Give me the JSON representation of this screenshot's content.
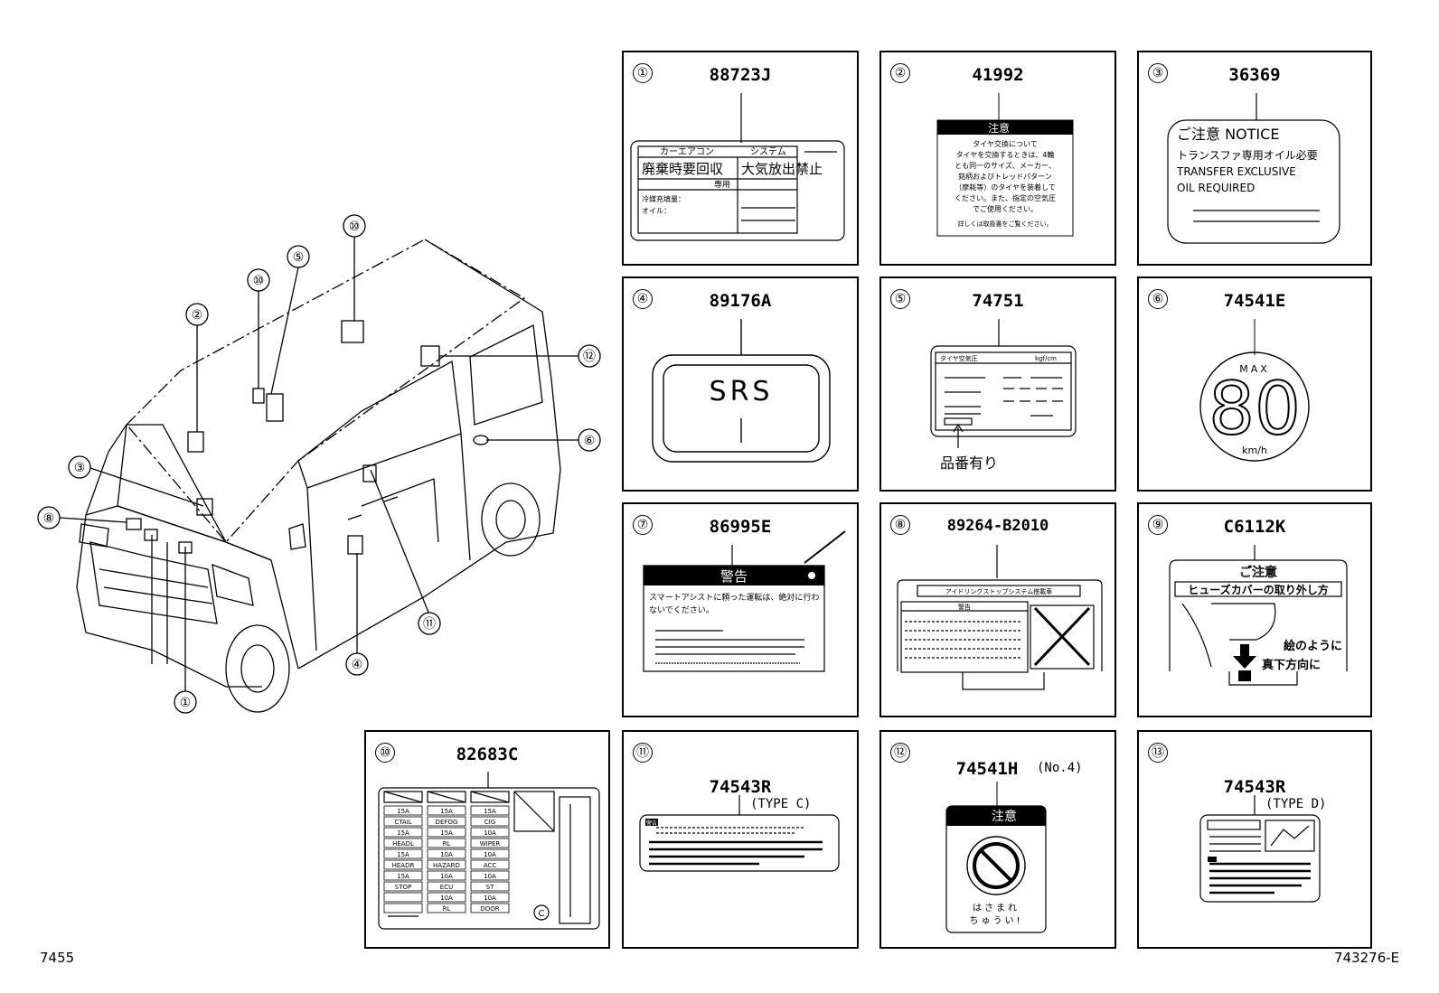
{
  "corner_left": "7455",
  "corner_right": "743276-E",
  "vehicle_callouts": [
    "①",
    "②",
    "③",
    "④",
    "⑤",
    "⑥",
    "⑧",
    "⑩",
    "⑩",
    "⑪",
    "⑫"
  ],
  "panels": [
    {
      "num": "①",
      "code": "88723J",
      "texts": {
        "t1": "カーエアコン",
        "t2": "システム",
        "t3": "廃棄時要回収",
        "t4": "大気放出禁止",
        "t5": "専用",
        "t6": "冷媒充填量：",
        "t7": "オイル："
      }
    },
    {
      "num": "②",
      "code": "41992",
      "texts": {
        "head": "注意",
        "l1": "タイヤ交換について",
        "l2": "タイヤを交換するときは、4輪",
        "l3": "とも同一のサイズ、メーカー、",
        "l4": "銘柄およびトレッドパターン",
        "l5": "（摩耗等）のタイヤを装着して",
        "l6": "ください。また、指定の空気圧",
        "l7": "でご使用ください。",
        "l8": "詳しくは取扱書をご覧ください。"
      }
    },
    {
      "num": "③",
      "code": "36369",
      "texts": {
        "t1": "ご注意 NOTICE",
        "t2": "トランスファ専用オイル必要",
        "t3": "TRANSFER EXCLUSIVE",
        "t4": "OIL REQUIRED"
      }
    },
    {
      "num": "④",
      "code": "89176A",
      "texts": {
        "t1": "SRS"
      }
    },
    {
      "num": "⑤",
      "code": "74751",
      "texts": {
        "t1": "タイヤ空気圧",
        "t2": "kgf/cm",
        "t3": "品番有り"
      }
    },
    {
      "num": "⑥",
      "code": "74541E",
      "texts": {
        "t1": "MAX",
        "t2": "80",
        "t3": "km/h"
      }
    },
    {
      "num": "⑦",
      "code": "86995E",
      "texts": {
        "head": "警告",
        "l1": "スマートアシストに頼った運転は、絶対に行わ",
        "l2": "ないでください。"
      }
    },
    {
      "num": "⑧",
      "code": "89264-B2010",
      "texts": {
        "t1": "アイドリングストップシステム搭載車",
        "t2": "警告"
      }
    },
    {
      "num": "⑨",
      "code": "C6112K",
      "texts": {
        "t1": "ご注意",
        "t2": "ヒューズカバーの取り外し方",
        "t3": "絵のように",
        "t4": "真下方向に"
      }
    },
    {
      "num": "⑩",
      "code": "82683C",
      "texts": {
        "copy": "C"
      }
    },
    {
      "num": "⑪",
      "code": "74543R",
      "extra": "(TYPE C)",
      "texts": {
        "head": "警告"
      }
    },
    {
      "num": "⑫",
      "code": "74541H",
      "extra": "(No.4)",
      "texts": {
        "head": "注意",
        "t1": "はさまれ",
        "t2": "ちゅうい!"
      }
    },
    {
      "num": "⑬",
      "code": "74543R",
      "extra": "(TYPE D)",
      "texts": {}
    }
  ],
  "fuse_labels": [
    [
      "15A",
      "15A",
      "15A"
    ],
    [
      "CTAIL",
      "DEFOG",
      "CIG"
    ],
    [
      "15A",
      "15A",
      "10A"
    ],
    [
      "HEADL",
      "RL",
      "WIPER"
    ],
    [
      "15A",
      "10A",
      "10A"
    ],
    [
      "HEADR",
      "HAZARD",
      "ACC"
    ],
    [
      "15A",
      "10A",
      "10A"
    ],
    [
      "STOP",
      "ECU",
      "ST"
    ],
    [
      "",
      "10A",
      "10A"
    ],
    [
      "",
      "RL",
      "DOOR"
    ]
  ]
}
